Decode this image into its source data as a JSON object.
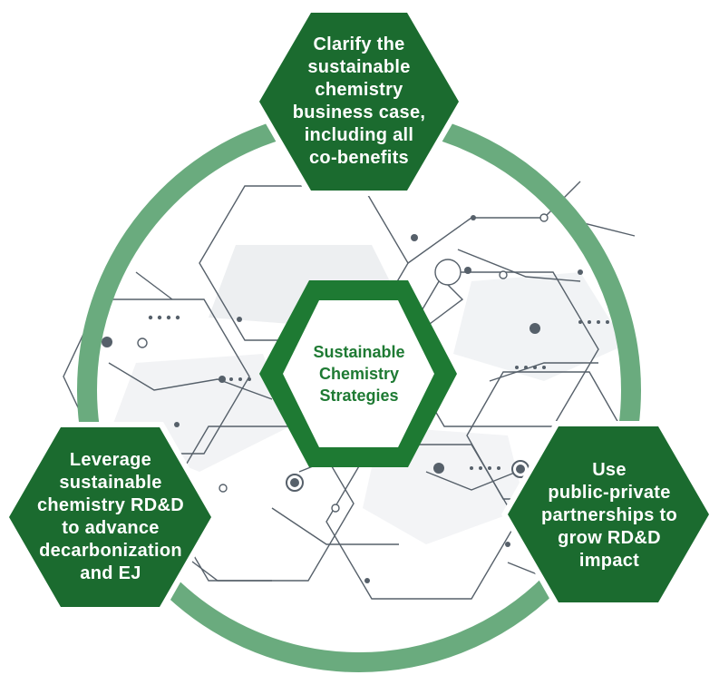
{
  "colors": {
    "ring": "#6aab7e",
    "hex_fill": "#1b6b2f",
    "hex_border": "#ffffff",
    "center_fill": "#1e7a33",
    "center_text": "#1e7a33",
    "network": "#56606a"
  },
  "center": {
    "lines": [
      "Sustainable",
      "Chemistry",
      "Strategies"
    ]
  },
  "strategies": [
    {
      "lines": [
        "Clarify the",
        "sustainable",
        "chemistry",
        "business case,",
        "including all",
        "co-benefits"
      ]
    },
    {
      "lines": [
        "Leverage",
        "sustainable",
        "chemistry RD&D",
        "to advance",
        "decarbonization",
        "and EJ"
      ]
    },
    {
      "lines": [
        "Use",
        "public-private",
        "partnerships to",
        "grow RD&D",
        "impact"
      ]
    }
  ]
}
